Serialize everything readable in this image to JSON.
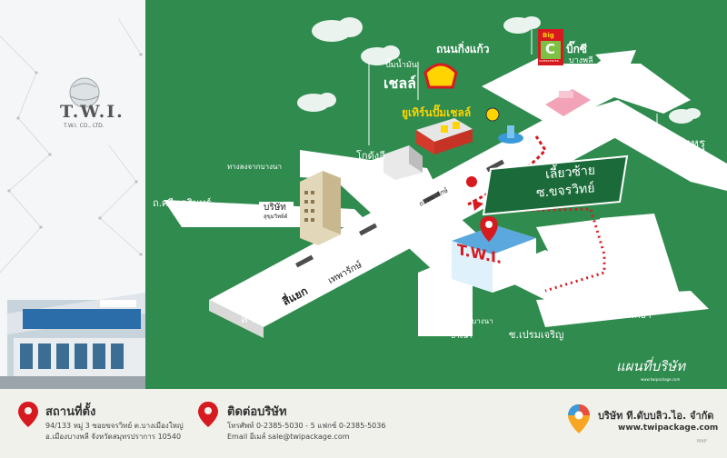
{
  "company_logo": {
    "word": "T.W.I.",
    "sub": "T.W.I. CO., LTD."
  },
  "map": {
    "labels": {
      "dannguen": "ถนนกิ่งแก้ว",
      "bigc_name": "บิ๊กซี",
      "bigc_branch": "บางพลี",
      "bigc_logo_top": "Big",
      "bigc_logo_letter": "C",
      "bigc_logo_bottom": "SUPERCENTER",
      "shell_title_small": "ปั๊มน้ำมัน",
      "shell_title": "เชลล์",
      "shell_shop": "ยูเทิร์นปั๊มเชลล์",
      "lotus": "โกดังลี",
      "to_bangpu": "ไปตำหรุ",
      "srinakarin": "ถ.ศรีนครินทร์",
      "keha": "ทางลงจากบางนา",
      "company_tower_name": "บริษัท",
      "company_tower_sub": "สุขุมวิทย์ด์",
      "road_thepharak": "ถ.เทพารักษ์",
      "turn_left_1": "เลี้ยวซ้าย",
      "turn_left_2": "ซ.ขจรวิทย์",
      "site_sign": "T.W.I.",
      "intersection": "สี่แยก",
      "intersection_name": "เทพารักษ์",
      "samrong": "สำโรง",
      "tail_bangna_1": "ทางยกบางนา",
      "tail_bangna_2": "บางนา",
      "prem": "ซ.เปรมเจริญ",
      "praeksa": "แพรกษา",
      "map_title": "แผนที่บริษัท",
      "map_url": "www.twipackage.com"
    },
    "colors": {
      "background": "#2f8b4e",
      "road": "#ffffff",
      "route": "#d71920",
      "building": "#e6e6e6"
    }
  },
  "footer": {
    "address": {
      "title": "สถานที่ตั้ง",
      "line1": "94/133 หมู่ 3 ซอยขจรวิทย์  ต.บางเมืองใหญ่",
      "line2": "อ.เมืองบางพลี  จังหวัดสมุทรปราการ  10540"
    },
    "contact": {
      "title": "ติดต่อบริษัท",
      "line1": "โทรศัพท์   0-2385-5030 - 5     แฟกซ์   0-2385-5036",
      "line2": "Email  อีเมล์  sale@twipackage.com"
    },
    "company": {
      "name": "บริษัท ที.ดับบลิว.ไอ. จำกัด",
      "website": "www.twipackage.com",
      "tag": "MAP"
    },
    "icons": [
      "location-pin-icon",
      "location-pin-icon",
      "map-pin-icon"
    ]
  }
}
